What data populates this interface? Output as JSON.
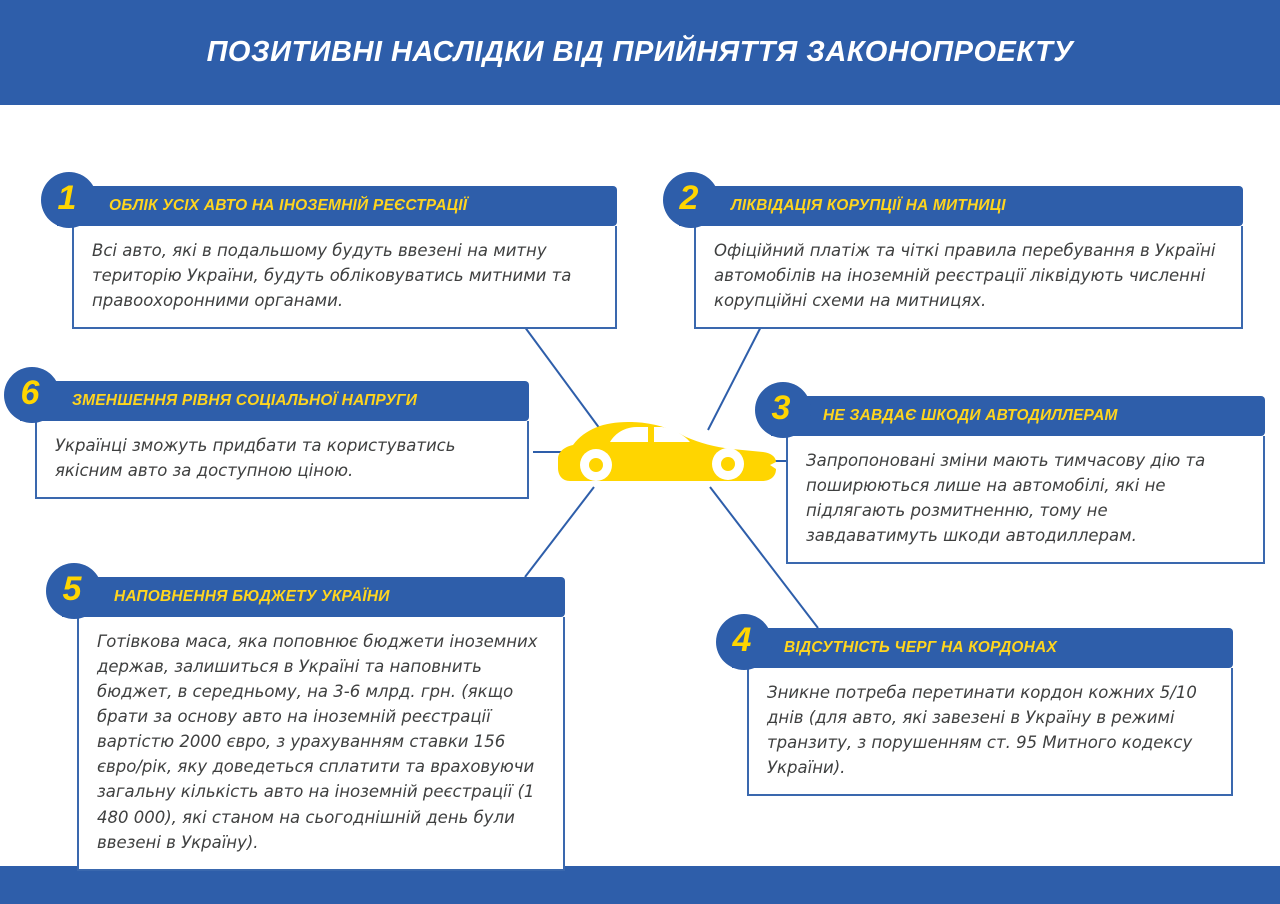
{
  "title": "ПОЗИТИВНІ НАСЛІДКИ ВІД ПРИЙНЯТТЯ ЗАКОНОПРОЕКТУ",
  "colors": {
    "primary_blue": "#2E5EAA",
    "accent_yellow": "#FFD500",
    "heading_yellow": "#FFD51E",
    "body_text": "#3F4040",
    "box_border": "#3A68AE",
    "background": "#FFFFFF"
  },
  "center_icon": "car-icon",
  "items": [
    {
      "number": "1",
      "heading": "ОБЛІК УСІХ АВТО НА ІНОЗЕМНІЙ РЕЄСТРАЦІЇ",
      "body": "Всі авто, які в подальшому будуть ввезені на митну територію України, будуть обліковуватись митними та правоохоронними органами."
    },
    {
      "number": "2",
      "heading": "ЛІКВІДАЦІЯ КОРУПЦІЇ НА МИТНИЦІ",
      "body": "Офіційний платіж та чіткі правила перебування в Україні автомобілів на іноземній реєстрації ліквідують численні корупційні схеми на митницях."
    },
    {
      "number": "3",
      "heading": "НЕ ЗАВДАЄ ШКОДИ АВТОДИЛЛЕРАМ",
      "body": "Запропоновані зміни мають тимчасову дію та поширюються лише на автомобілі, які не підлягають розмитненню, тому не завдаватимуть шкоди автодиллерам."
    },
    {
      "number": "4",
      "heading": "ВІДСУТНІСТЬ ЧЕРГ НА КОРДОНАХ",
      "body": "Зникне потреба перетинати кордон кожних 5/10 днів (для авто, які завезені в Україну в режимі транзиту, з порушенням ст. 95 Митного кодексу України)."
    },
    {
      "number": "5",
      "heading": "НАПОВНЕННЯ БЮДЖЕТУ УКРАЇНИ",
      "body": "Готівкова маса, яка поповнює бюджети іноземних держав, залишиться в Україні та наповнить бюджет, в середньому,  на 3-6 млрд. грн. (якщо брати за основу авто на іноземній реєстрації вартістю 2000 євро, з урахуванням ставки 156 євро/рік, яку доведеться сплатити та враховуючи загальну кількість авто на іноземній реєстрації (1 480 000), які станом на сьогоднішній день були ввезені в Україну)."
    },
    {
      "number": "6",
      "heading": "ЗМЕНШЕННЯ РІВНЯ СОЦІАЛЬНОЇ НАПРУГИ",
      "body": "Українці зможуть придбати та користуватись якісним авто за доступною ціною."
    }
  ]
}
